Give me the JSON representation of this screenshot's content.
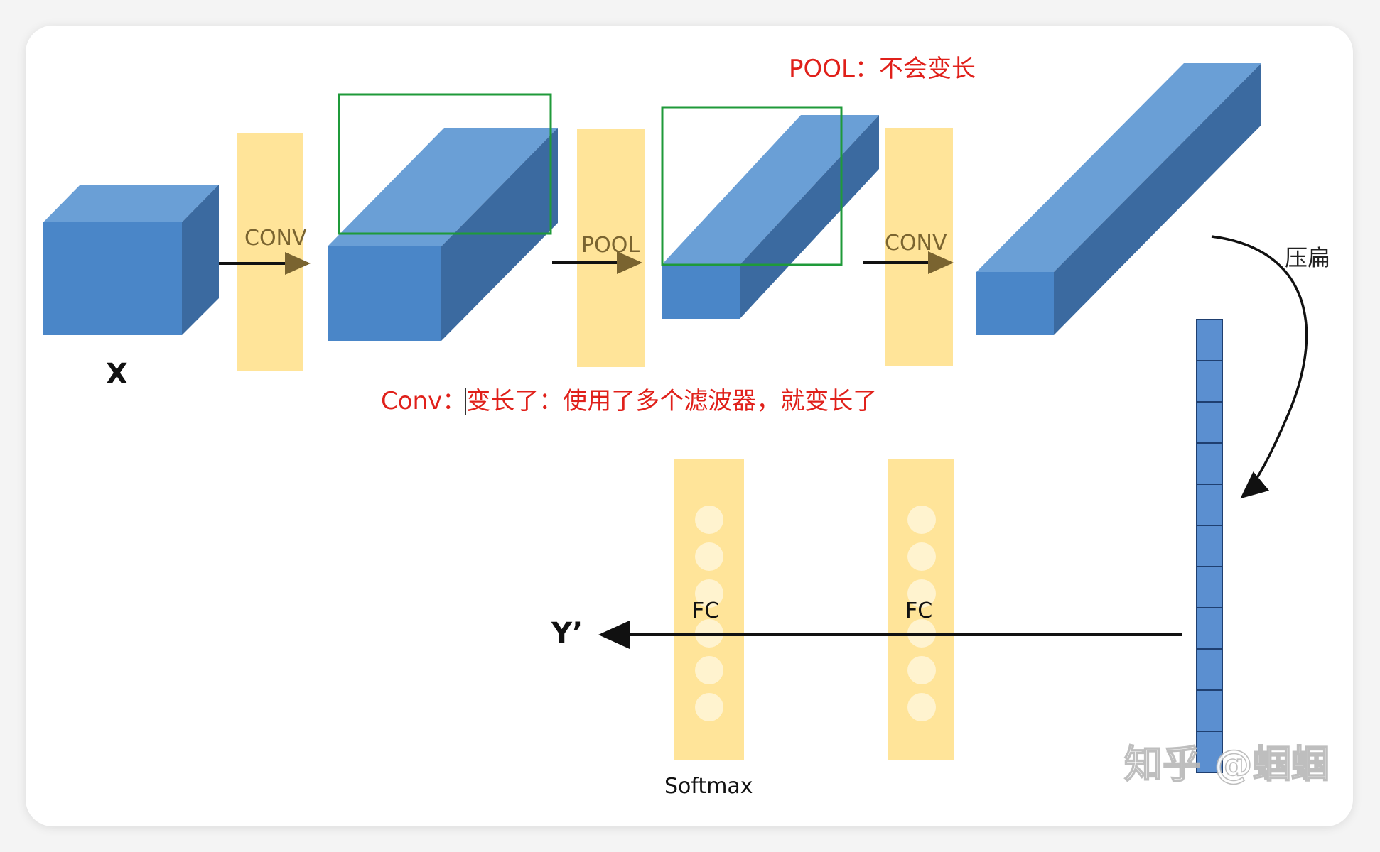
{
  "labels": {
    "x": "X",
    "conv1": "CONV",
    "pool": "POOL",
    "conv2": "CONV",
    "flatten": "压扁",
    "fc1": "FC",
    "fc2": "FC",
    "softmax": "Softmax",
    "y_out": "Y’"
  },
  "annotations": {
    "pool_note": "POOL：不会变长",
    "conv_note": "Conv：变长了：使用了多个滤波器，就变长了"
  },
  "watermark": "知乎 @蝈蝈",
  "colors": {
    "block_front": "#4a86c8",
    "block_top": "#6a9fd6",
    "block_side": "#3b6aa0",
    "layer_band": "#ffe499",
    "annotation_red": "#e0201a",
    "highlight_green": "#1f9a3a",
    "label_brown": "#7a6430"
  }
}
